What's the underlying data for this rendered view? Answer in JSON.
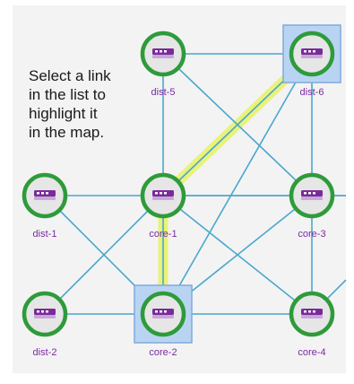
{
  "instructions": {
    "lines": [
      "Select a link",
      "in the list to",
      "highlight it",
      "in the map."
    ]
  },
  "colors": {
    "panel_bg": "#f3f3f3",
    "link": "#4aa8cc",
    "highlight": "#e9f27a",
    "node_ring": "#2e9b3a",
    "node_fill": "#e6e6e6",
    "device": "#7a2a9a",
    "device_light": "#c7a7d8",
    "label": "#7a2aa0",
    "selected_bg": "#b9d4f3",
    "selected_border": "#7fa9dc"
  },
  "node_icon": "router-icon",
  "nodes": [
    {
      "id": "dist-5",
      "label": "dist-5",
      "selected": false
    },
    {
      "id": "dist-6",
      "label": "dist-6",
      "selected": true
    },
    {
      "id": "dist-1",
      "label": "dist-1",
      "selected": false
    },
    {
      "id": "core-1",
      "label": "core-1",
      "selected": false
    },
    {
      "id": "core-3",
      "label": "core-3",
      "selected": false
    },
    {
      "id": "dist-2",
      "label": "dist-2",
      "selected": false
    },
    {
      "id": "core-2",
      "label": "core-2",
      "selected": true
    },
    {
      "id": "core-4",
      "label": "core-4",
      "selected": false
    }
  ],
  "links": [
    {
      "from": "dist-5",
      "to": "dist-6"
    },
    {
      "from": "dist-5",
      "to": "core-1"
    },
    {
      "from": "dist-5",
      "to": "core-3"
    },
    {
      "from": "dist-6",
      "to": "core-1",
      "highlighted": true
    },
    {
      "from": "dist-6",
      "to": "core-3"
    },
    {
      "from": "dist-6",
      "to": "core-2"
    },
    {
      "from": "dist-1",
      "to": "core-1"
    },
    {
      "from": "dist-1",
      "to": "core-2"
    },
    {
      "from": "core-1",
      "to": "core-3"
    },
    {
      "from": "core-1",
      "to": "core-2",
      "highlighted": true
    },
    {
      "from": "core-1",
      "to": "dist-2"
    },
    {
      "from": "core-1",
      "to": "core-4"
    },
    {
      "from": "core-1",
      "to": "edge-right"
    },
    {
      "from": "core-3",
      "to": "core-2"
    },
    {
      "from": "core-3",
      "to": "core-4"
    },
    {
      "from": "core-3",
      "to": "edge-right"
    },
    {
      "from": "dist-2",
      "to": "core-2"
    },
    {
      "from": "core-2",
      "to": "core-4"
    },
    {
      "from": "core-4",
      "to": "edge-right"
    }
  ]
}
